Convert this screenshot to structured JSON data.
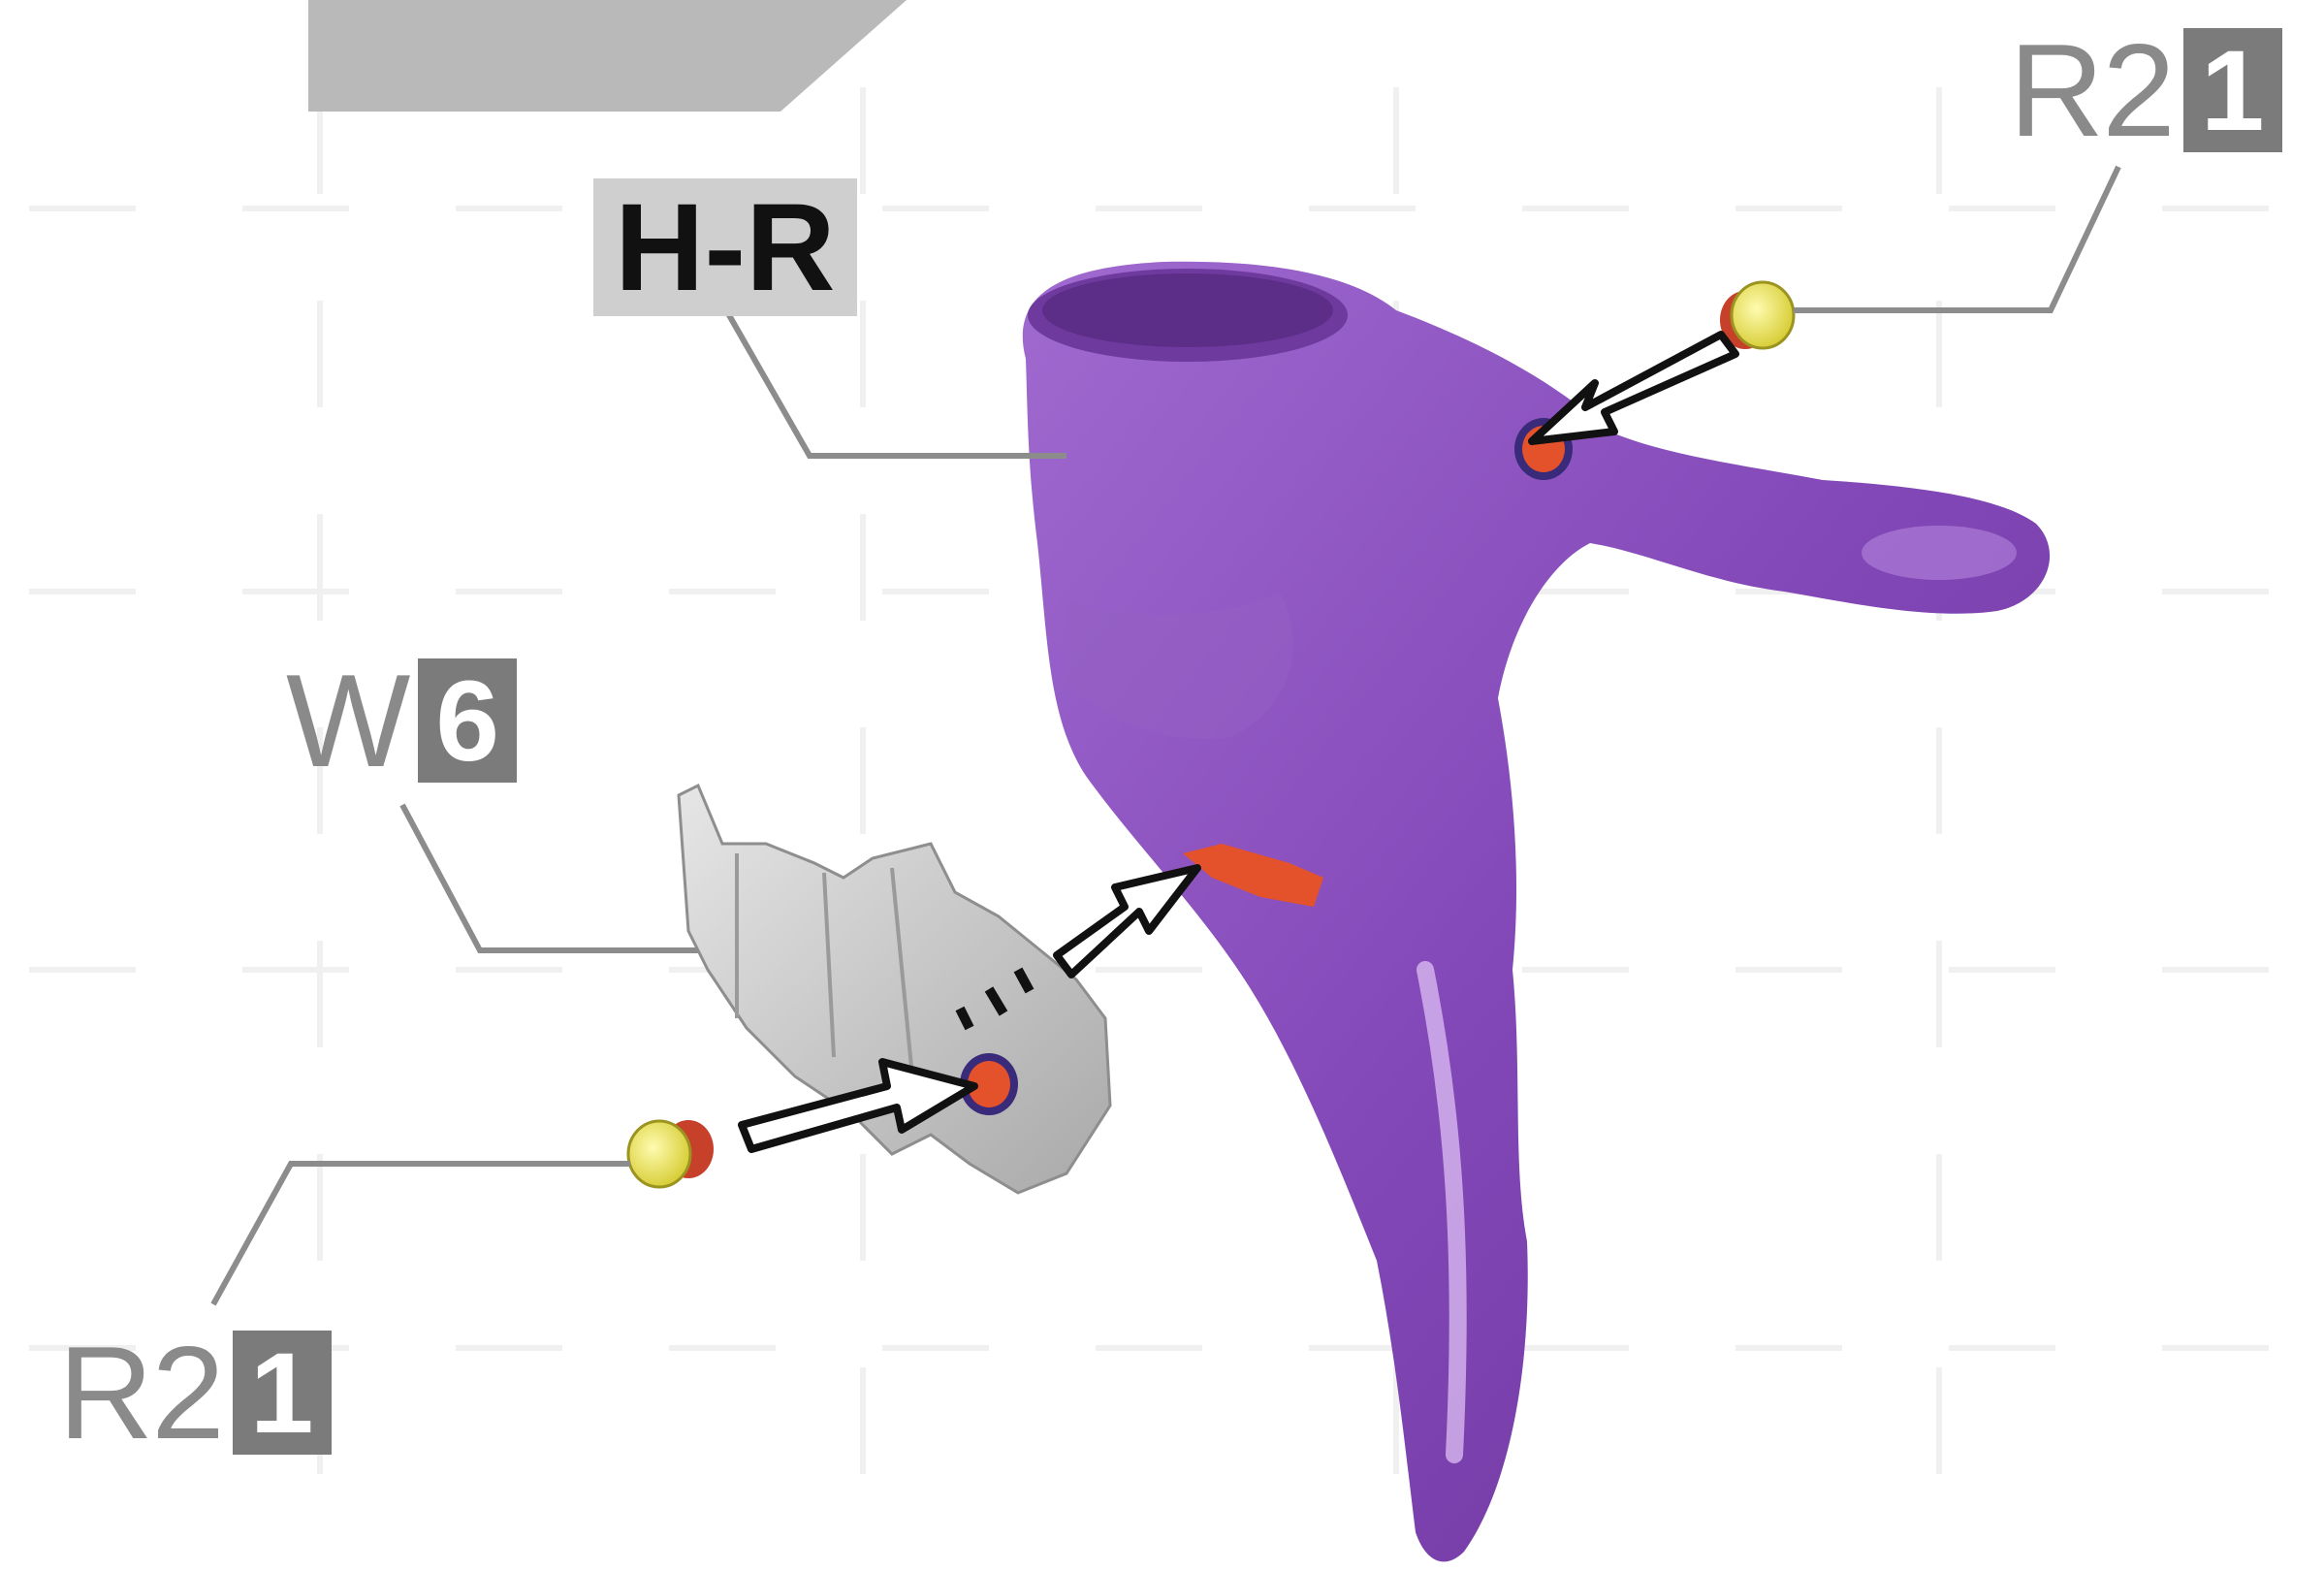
{
  "part_label": "H-R",
  "callouts": [
    {
      "code": "R2",
      "qty": "1"
    },
    {
      "code": "W",
      "qty": "6"
    },
    {
      "code": "R2",
      "qty": "1"
    }
  ],
  "colors": {
    "main_part": "#8a4fbd",
    "glue_mark": "#e4522b",
    "peg": "#f3ee7a",
    "small_part": "#c9c9c9",
    "leader_line": "#8c8c8c",
    "qty_box": "#7b7b7b"
  }
}
